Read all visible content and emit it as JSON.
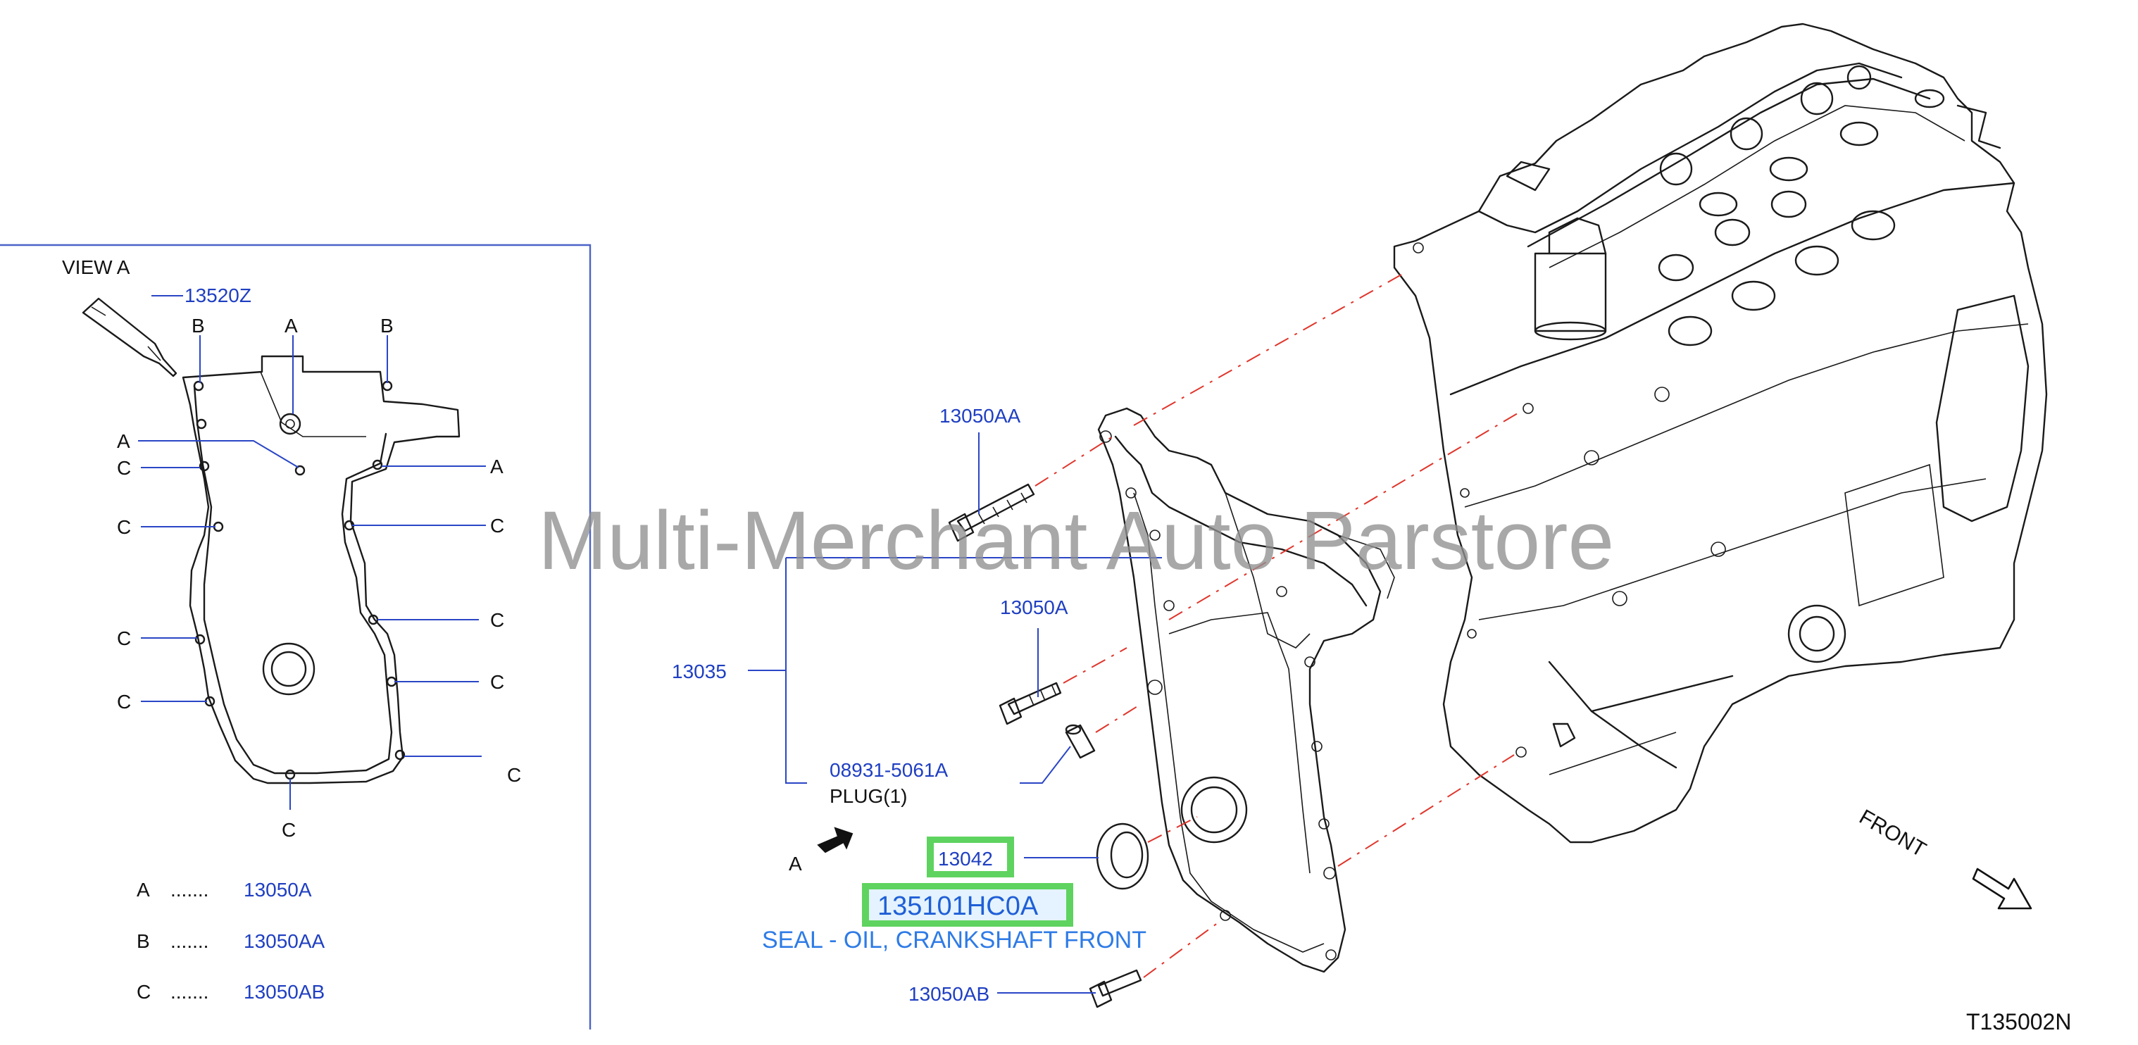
{
  "watermark": "Multi-Merchant Auto Parstore",
  "view_a": {
    "title": "VIEW   A",
    "sealant_part": "13520Z",
    "points": {
      "b1": "B",
      "a1": "A",
      "b2": "B",
      "a_left": "A",
      "c_l1": "C",
      "a_right": "A",
      "c_l2": "C",
      "c_r1": "C",
      "c_r2": "C",
      "c_l3": "C",
      "c_r3": "C",
      "c_l4": "C",
      "c_r4": "C",
      "c_bottom": "C"
    },
    "legend": [
      {
        "letter": "A",
        "dots": ".......",
        "part": "13050A"
      },
      {
        "letter": "B",
        "dots": ".......",
        "part": "13050AA"
      },
      {
        "letter": "C",
        "dots": ".......",
        "part": "13050AB"
      }
    ]
  },
  "main": {
    "callouts": {
      "bolt_top": "13050AA",
      "bolt_mid": "13050A",
      "cover": "13035",
      "plug_no": "08931-5061A",
      "plug_label": "PLUG(1)",
      "view_arrow": "A",
      "seal_ref": "13042",
      "seal_part": "135101HC0A",
      "seal_desc": "SEAL - OIL, CRANKSHAFT FRONT",
      "bolt_bottom": "13050AB"
    },
    "front_label": "FRONT",
    "diagram_code": "T135002N"
  },
  "colors": {
    "callout_blue": "#1f3fc2",
    "highlight_green": "#5fd35f",
    "seal_desc_blue": "#2e7be6",
    "centerline_red": "#e0352b",
    "frame_blue": "#4a63c8"
  }
}
